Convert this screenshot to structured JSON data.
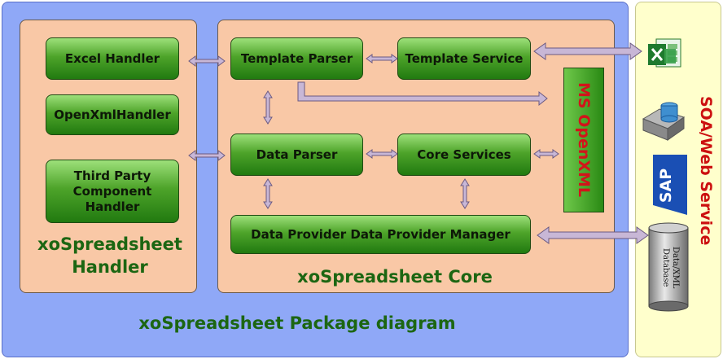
{
  "diagram": {
    "package_title": "xoSpreadsheet Package diagram",
    "handler_panel": {
      "title": "xoSpreadsheet Handler",
      "boxes": [
        "Excel Handler",
        "OpenXmlHandler",
        "Third Party Component Handler"
      ]
    },
    "core_panel": {
      "title": "xoSpreadsheet Core",
      "boxes": {
        "template_parser": "Template Parser",
        "template_service": "Template  Service",
        "data_parser": "Data Parser",
        "core_services": "Core Services",
        "data_provider": "Data Provider Data Provider Manager"
      },
      "openxml_label": "MS OpenXML"
    },
    "soa_panel": {
      "title": "SOA/Web Service",
      "icons": [
        "excel-icon",
        "database-server-icon",
        "sap-icon",
        "database-cylinder-icon"
      ],
      "sap_text": "SAP",
      "database_label": "Data/XML Database"
    },
    "colors": {
      "package_bg": "#8fa8f7",
      "panel_bg": "#f9c8a6",
      "soa_bg": "#ffffcc",
      "box_green": "#4ea42a",
      "title_green": "#1c6612",
      "accent_red": "#cc1010",
      "arrow_fill": "#c8b7d6"
    }
  }
}
